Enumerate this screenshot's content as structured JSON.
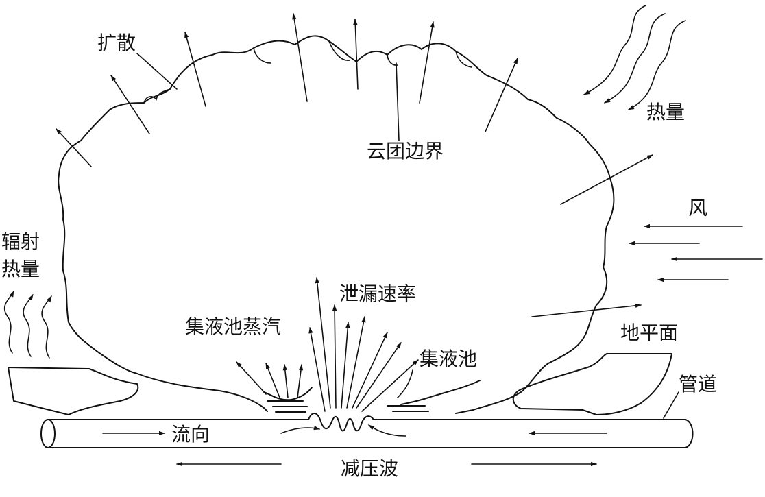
{
  "labels": {
    "diffusion": "扩散",
    "cloud_boundary": "云团边界",
    "heat_top": "热量",
    "wind": "风",
    "radiant_heat_line1": "辐射",
    "radiant_heat_line2": "热量",
    "leak_rate": "泄漏速率",
    "pool_vapor": "集液池蒸汽",
    "pool": "集液池",
    "ground": "地平面",
    "pipe": "管道",
    "flow_direction": "流向",
    "decompression_wave": "减压波"
  }
}
